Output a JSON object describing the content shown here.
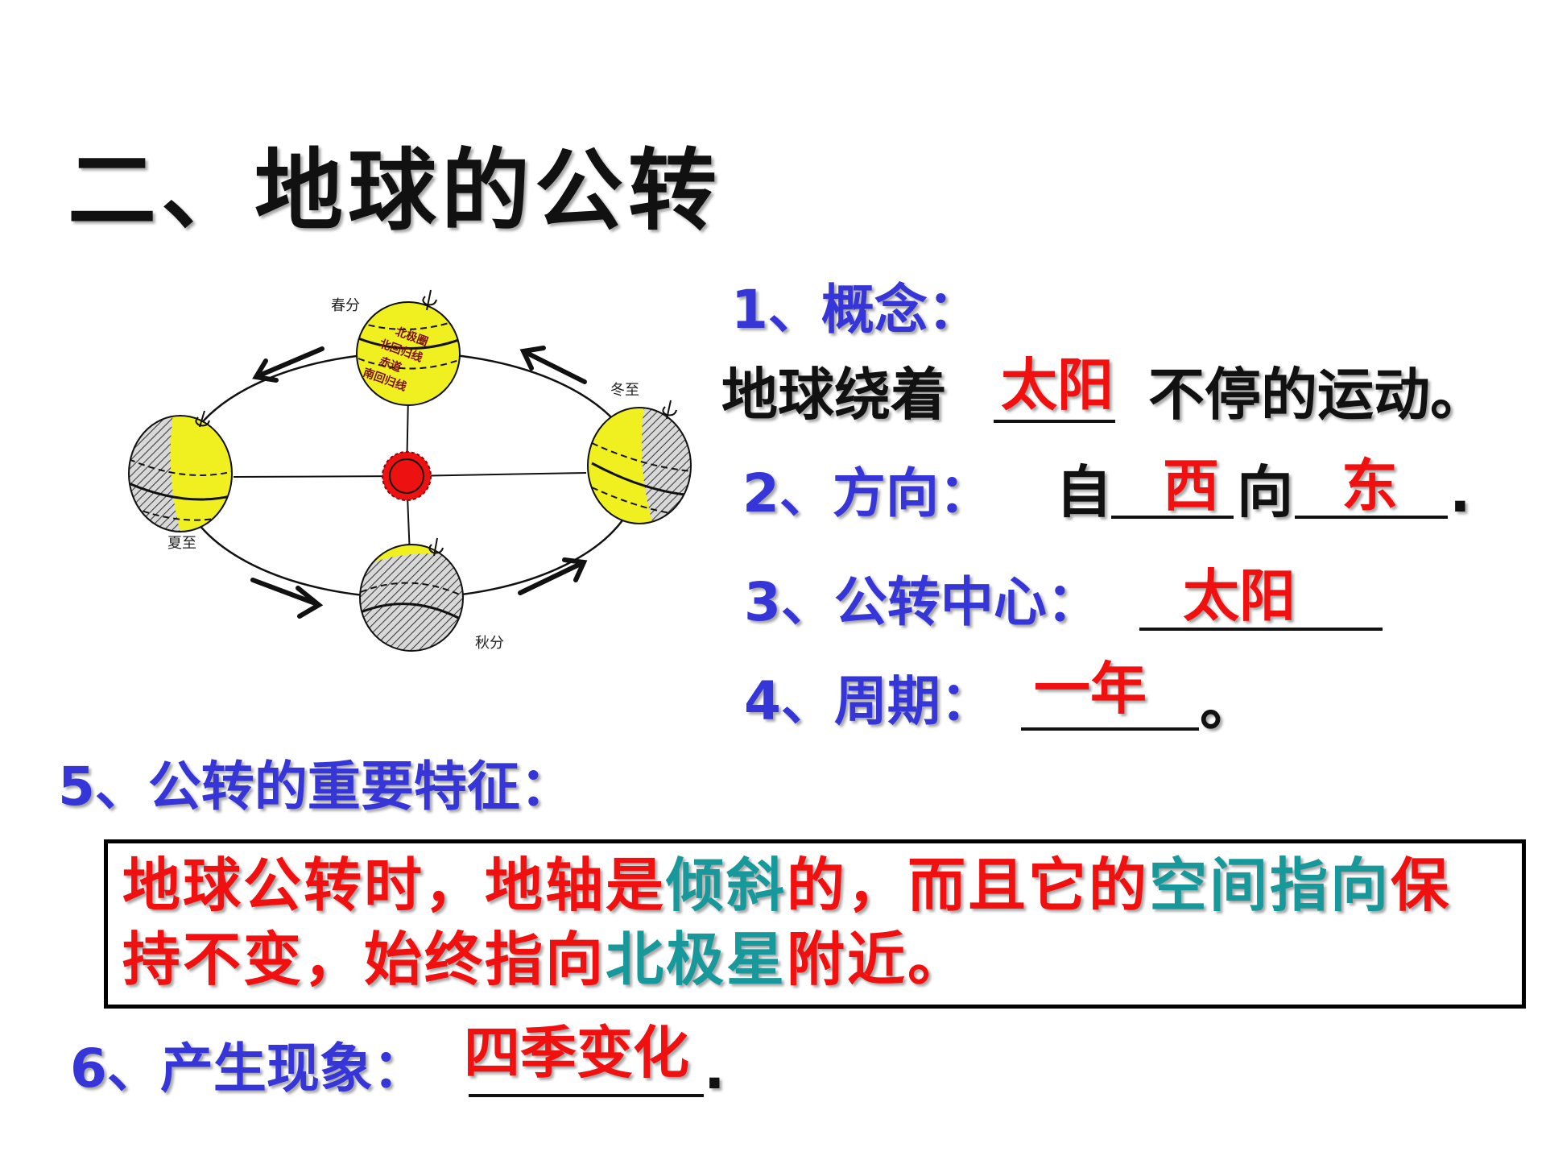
{
  "title": "二、地球的公转",
  "diagram": {
    "season_labels": {
      "spring": "春分",
      "summer": "夏至",
      "autumn": "秋分",
      "winter": "冬至"
    },
    "globe_lines": {
      "arctic_circle": "北极圈",
      "tropic_cancer": "北回归线",
      "equator": "赤道",
      "tropic_capricorn": "南回归线"
    },
    "colors": {
      "day": "#f0f020",
      "sun": "#ee1111",
      "night": "#888888"
    }
  },
  "items": {
    "concept": {
      "label": "1、概念：",
      "before": "地球绕着",
      "answer": "太阳",
      "after": "不停的运动。"
    },
    "direction": {
      "label": "2、方向：",
      "from": "自",
      "answer_from": "西",
      "mid": "向",
      "answer_to": "东",
      "end": "."
    },
    "center": {
      "label": "3、公转中心：",
      "answer": "太阳"
    },
    "period": {
      "label": "4、周期：",
      "answer": "一年",
      "end": "。"
    },
    "features": {
      "label": "5、公转的重要特征：",
      "line1": [
        {
          "text": "地球公转时，地轴是",
          "color": "red"
        },
        {
          "text": "倾斜",
          "color": "teal"
        },
        {
          "text": "的，而且它的",
          "color": "red"
        },
        {
          "text": "空间指向",
          "color": "teal"
        },
        {
          "text": "保",
          "color": "red"
        }
      ],
      "line2": [
        {
          "text": "持不变，始终指向",
          "color": "red"
        },
        {
          "text": "北极星",
          "color": "teal"
        },
        {
          "text": "附近。",
          "color": "red"
        }
      ]
    },
    "phenomenon": {
      "label": "6、产生现象：",
      "answer": "四季变化",
      "end": "."
    }
  }
}
